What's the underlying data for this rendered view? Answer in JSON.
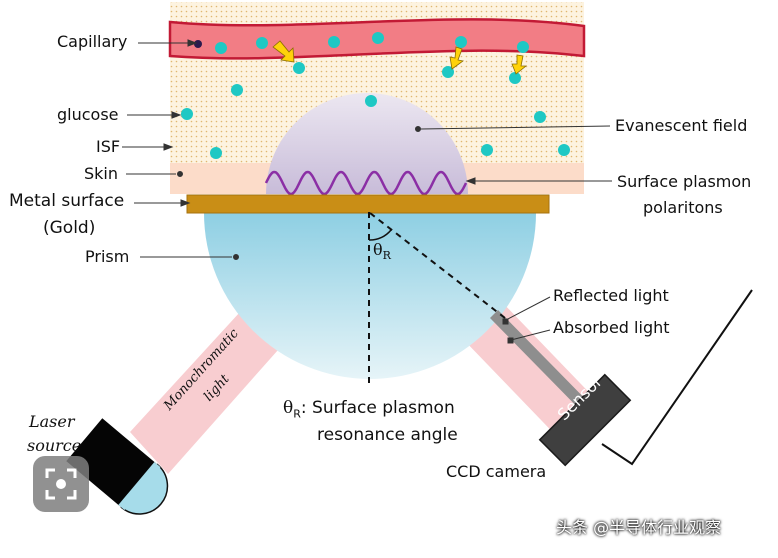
{
  "labels": {
    "capillary": "Capillary",
    "glucose": "glucose",
    "isf": "ISF",
    "skin": "Skin",
    "metal_line1": "Metal surface",
    "metal_line2": "(Gold)",
    "prism": "Prism",
    "evanescent": "Evanescent field",
    "spp_line1": "Surface plasmon",
    "spp_line2": "polaritons",
    "reflected": "Reflected light",
    "absorbed": "Absorbed light",
    "theta_symbol": "θ",
    "theta_sub": "R",
    "theta_def_line1": ": Surface plasmon",
    "theta_def_line2": "resonance angle",
    "ccd": "CCD camera",
    "sensor": "Sensor",
    "laser_line1": "Laser",
    "laser_line2": "source",
    "mono_line1": "Monochromatic",
    "mono_line2": "light"
  },
  "watermark": "头条 @半导体行业观察",
  "colors": {
    "vessel": "#f07f86",
    "vessel_edge": "#c21a35",
    "isf": "#fdf2de",
    "skin": "#fbdcc8",
    "gold": "#c98e16",
    "prism": "#a9dbe8",
    "evanescent": "#e3dcec",
    "wave": "#8a2fa3",
    "beam": "#f7cfd2",
    "glucose": "#1fc8c3",
    "arrow": "#ffd20a"
  },
  "icons": {
    "scan": "scan-icon",
    "glucose_flow": "arrow-icon"
  }
}
